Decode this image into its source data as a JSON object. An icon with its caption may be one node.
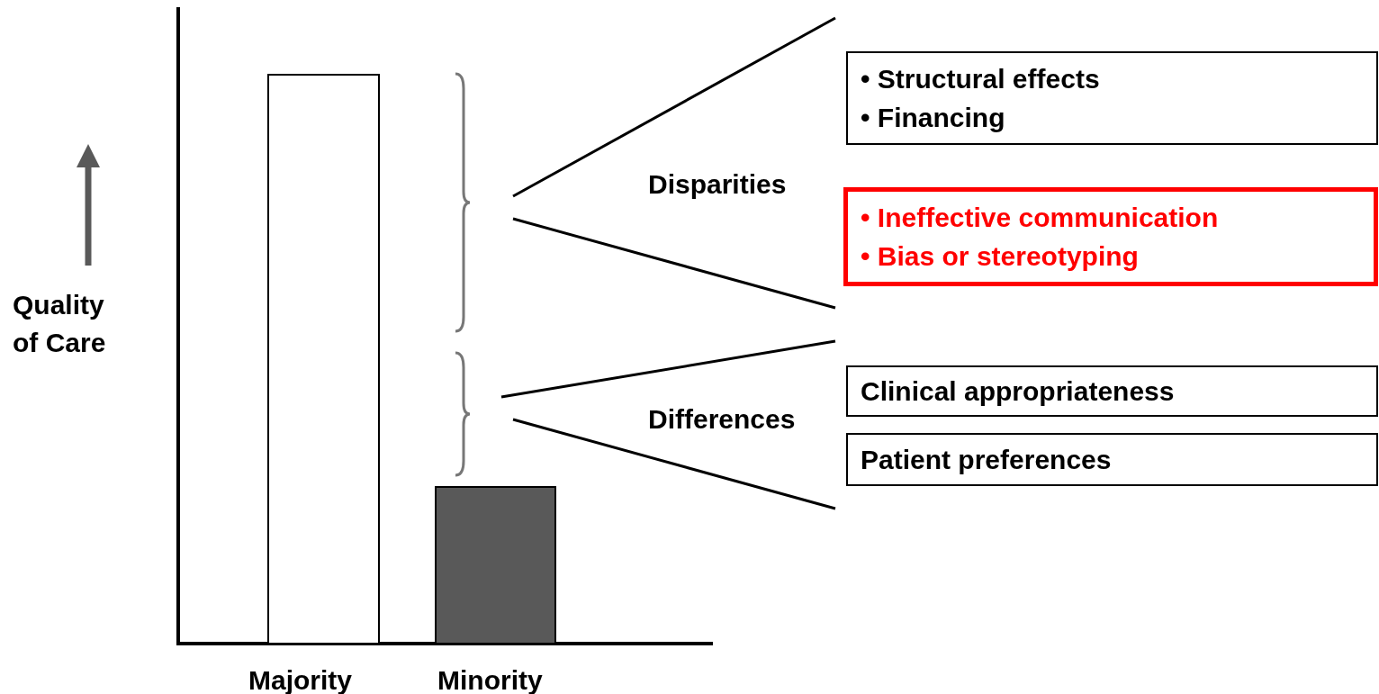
{
  "diagram": {
    "nodes": [
      {
        "text": [
          "• Structural effects",
          "• Financing"
        ]
      },
      {
        "text": [
          "• Ineffective communication",
          "• Bias or stereotyping"
        ]
      },
      {
        "text": [
          "Clinical appropriateness"
        ]
      },
      {
        "text": [
          "Patient preferences"
        ]
      },
      {
        "text": [],
        "shape": "bar"
      },
      {
        "text": [],
        "shape": "bar"
      }
    ],
    "labels": [
      "Quality of Care",
      "Disparities",
      "Differences",
      "Majority",
      "Minority"
    ]
  }
}
